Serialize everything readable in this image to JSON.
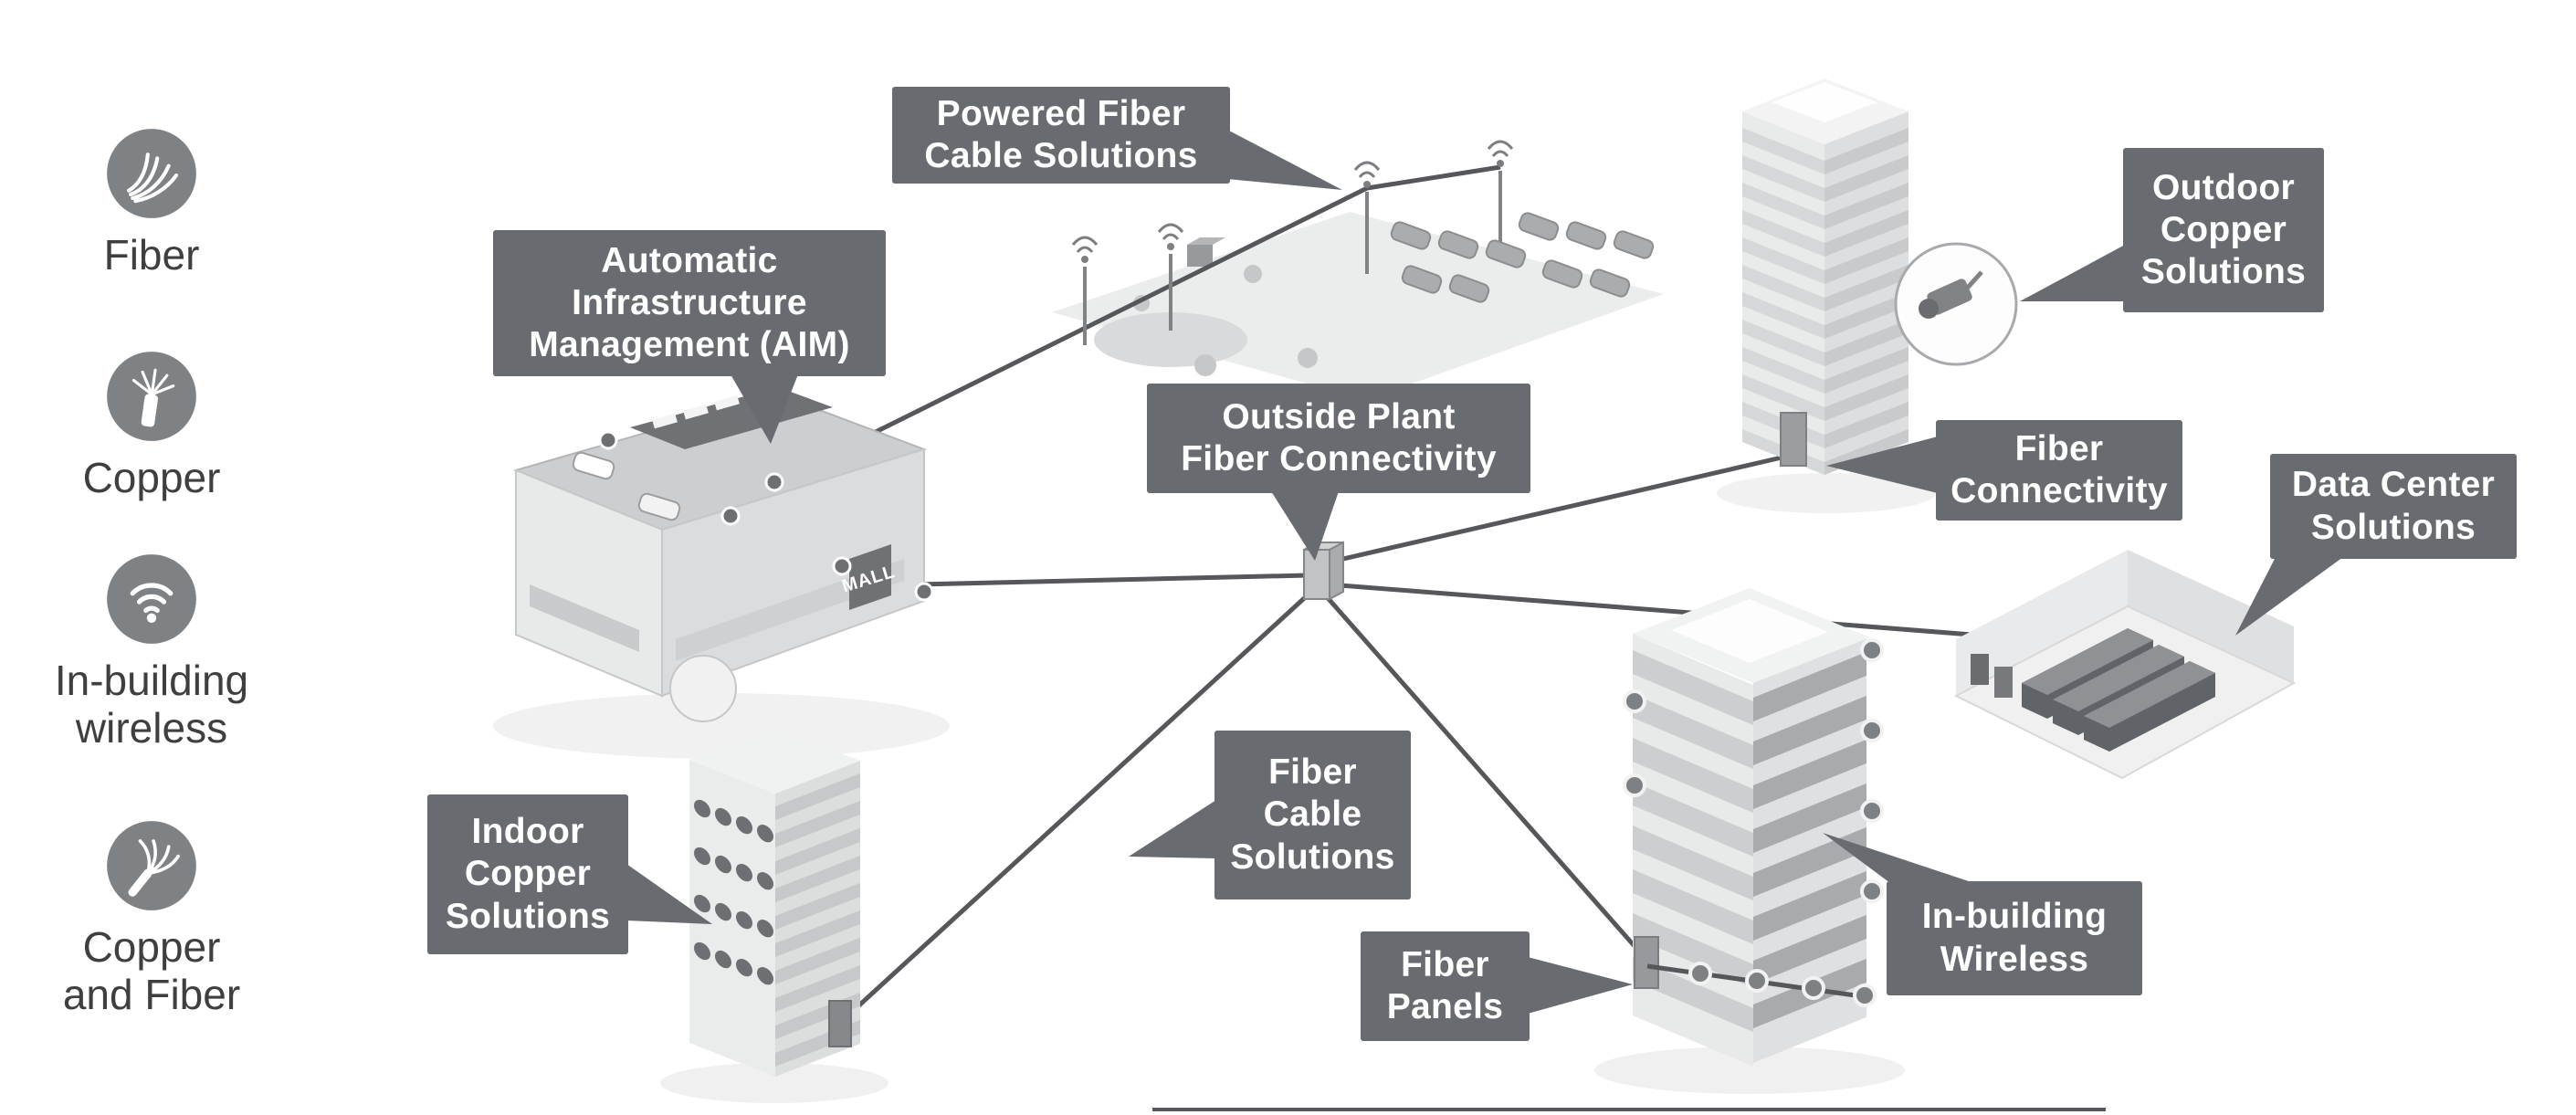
{
  "legend": {
    "items": [
      {
        "name": "fiber",
        "lines": [
          "Fiber",
          ""
        ]
      },
      {
        "name": "copper",
        "lines": [
          "Copper",
          ""
        ]
      },
      {
        "name": "in-building-wireless",
        "lines": [
          "In-building",
          "wireless"
        ]
      },
      {
        "name": "copper-and-fiber",
        "lines": [
          "Copper",
          "and Fiber"
        ]
      }
    ]
  },
  "callouts": {
    "powered_fiber": {
      "lines": [
        "Powered Fiber",
        "Cable Solutions",
        ""
      ]
    },
    "aim": {
      "lines": [
        "Automatic",
        "Infrastructure",
        "Management (AIM)"
      ]
    },
    "outside_plant": {
      "lines": [
        "Outside Plant",
        "Fiber Connectivity",
        ""
      ]
    },
    "outdoor_copper": {
      "lines": [
        "Outdoor",
        "Copper",
        "Solutions"
      ]
    },
    "fiber_connectivity": {
      "lines": [
        "Fiber",
        "Connectivity",
        ""
      ]
    },
    "data_center": {
      "lines": [
        "Data Center",
        "Solutions",
        ""
      ]
    },
    "indoor_copper": {
      "lines": [
        "Indoor",
        "Copper",
        "Solutions"
      ]
    },
    "fiber_cable": {
      "lines": [
        "Fiber",
        "Cable",
        "Solutions"
      ]
    },
    "fiber_panels": {
      "lines": [
        "Fiber",
        "Panels",
        ""
      ]
    },
    "in_building_wireless": {
      "lines": [
        "In-building",
        "Wireless",
        ""
      ]
    }
  },
  "building_labels": {
    "mall_sign": "MALL"
  },
  "colors": {
    "background": "#ffffff",
    "callout_bg": "#686b6f",
    "callout_text": "#ffffff",
    "network_line": "#55575a",
    "legend_icon_bg": "#7f8285",
    "legend_text": "#3e3f41"
  }
}
